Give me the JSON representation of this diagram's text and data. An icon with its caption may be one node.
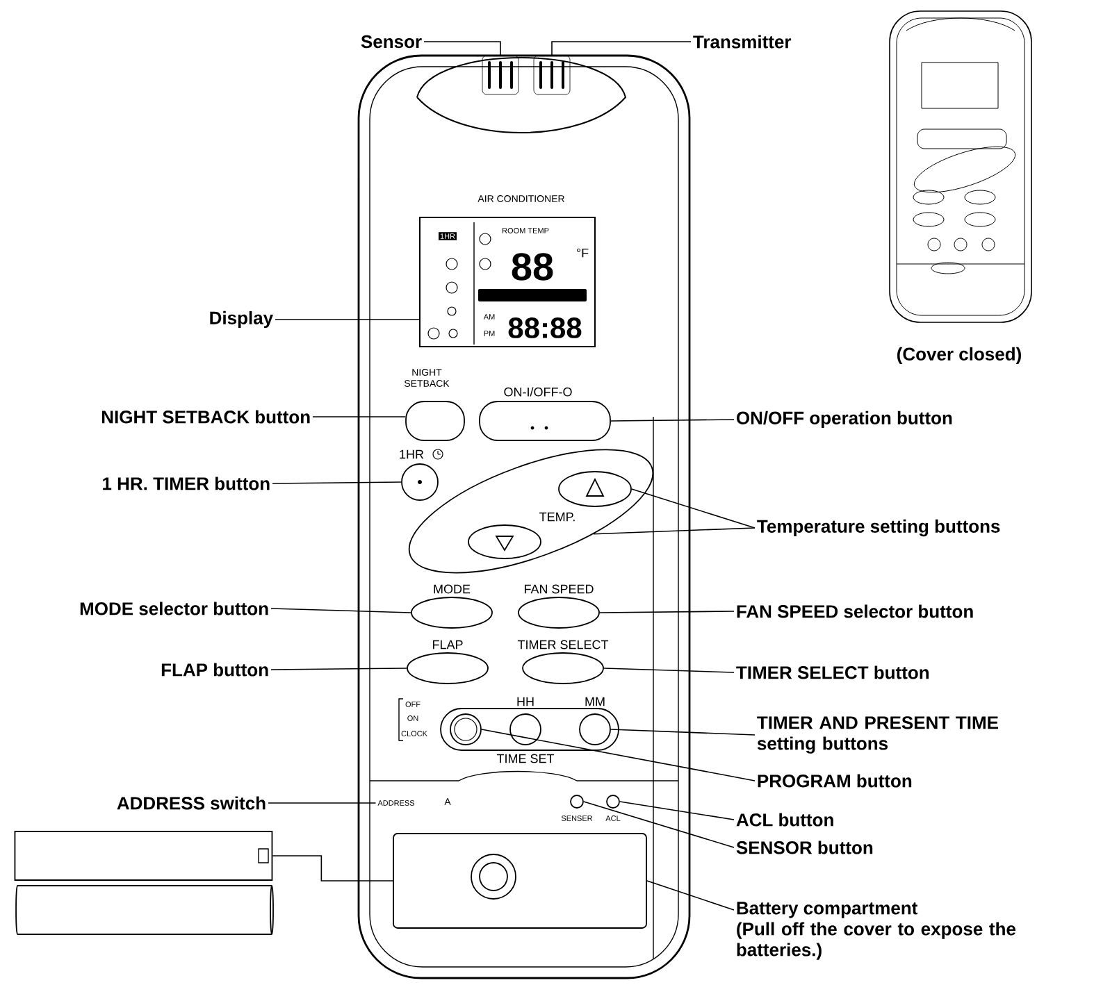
{
  "diagram": {
    "nodes": [
      {
        "text": [
          "Sensor"
        ]
      },
      {
        "text": [
          "Transmitter"
        ]
      },
      {
        "text": [],
        "shape": "box"
      },
      {
        "text": [],
        "shape": "box"
      },
      {
        "text": [
          "1HR",
          "ROOM TEMP",
          "88",
          "°F",
          "AM",
          "PM",
          "88:88"
        ]
      },
      {
        "text": [
          "Display"
        ]
      },
      {
        "text": [
          "NIGHT SETBACK"
        ]
      },
      {
        "text": [
          "ON-I/OFF-O"
        ]
      },
      {
        "text": [
          "NIGHT SETBACK button"
        ]
      },
      {
        "text": [
          "ON/OFF operation button"
        ]
      },
      {
        "text": [
          "1HR"
        ]
      },
      {
        "text": [
          "1 HR. TIMER button"
        ]
      },
      {
        "text": [
          "TEMP."
        ]
      },
      {
        "text": [],
        "shape": "ellipse",
        "in": 12
      },
      {
        "text": [],
        "shape": "ellipse",
        "in": 12
      },
      {
        "text": [
          "Temperature setting buttons"
        ]
      },
      {
        "text": [
          "MODE"
        ]
      },
      {
        "text": [
          "FAN SPEED"
        ]
      },
      {
        "text": [
          "MODE selector button"
        ]
      },
      {
        "text": [
          "FAN SPEED selector button"
        ]
      },
      {
        "text": [
          "FLAP"
        ]
      },
      {
        "text": [
          "TIMER SELECT"
        ]
      },
      {
        "text": [
          "FLAP button"
        ]
      },
      {
        "text": [
          "TIMER SELECT button"
        ]
      },
      {
        "text": [
          "TIME SET"
        ]
      },
      {
        "text": [],
        "shape": "circle",
        "in": 24
      },
      {
        "text": [
          "HH"
        ],
        "in": 24
      },
      {
        "text": [
          "MM"
        ],
        "in": 24
      },
      {
        "text": [
          "TIMER AND PRESENT TIME setting buttons"
        ]
      },
      {
        "text": [
          "PROGRAM button"
        ]
      },
      {
        "text": [
          "ADDRESS"
        ]
      },
      {
        "text": [
          "ADDRESS switch"
        ]
      },
      {
        "text": [
          "SENSER"
        ]
      },
      {
        "text": [
          "ACL"
        ]
      },
      {
        "text": [
          "ACL button"
        ]
      },
      {
        "text": [
          "SENSOR button"
        ]
      },
      {
        "text": [],
        "shape": "cylinder"
      },
      {
        "text": [],
        "shape": "box"
      },
      {
        "text": [
          "Battery compartment",
          "(Pull off the cover to expose the batteries.)"
        ]
      }
    ],
    "edges": [
      {
        "from": 0,
        "to": 2,
        "arrow": "none"
      },
      {
        "from": 1,
        "to": 3,
        "arrow": "none"
      },
      {
        "from": 5,
        "to": 4,
        "arrow": "none"
      },
      {
        "from": 8,
        "to": 6,
        "arrow": "none"
      },
      {
        "from": 9,
        "to": 7,
        "arrow": "none"
      },
      {
        "from": 11,
        "to": 10,
        "arrow": "none"
      },
      {
        "from": 15,
        "to": 13,
        "arrow": "none"
      },
      {
        "from": 15,
        "to": 12,
        "arrow": "none"
      },
      {
        "from": 18,
        "to": 16,
        "arrow": "none"
      },
      {
        "from": 19,
        "to": 17,
        "arrow": "none"
      },
      {
        "from": 22,
        "to": 20,
        "arrow": "none"
      },
      {
        "from": 23,
        "to": 21,
        "arrow": "none"
      },
      {
        "from": 28,
        "to": 27,
        "arrow": "none"
      },
      {
        "from": 29,
        "to": 25,
        "arrow": "none"
      },
      {
        "from": 31,
        "to": 30,
        "arrow": "none"
      },
      {
        "from": 34,
        "to": 33,
        "arrow": "none"
      },
      {
        "from": 35,
        "to": 32,
        "arrow": "none"
      },
      {
        "from": 36,
        "to": 37,
        "arrow": "none"
      },
      {
        "from": 38,
        "to": 37,
        "arrow": "none"
      }
    ],
    "labels": [
      "AIR CONDITIONER",
      "OFF",
      "ON",
      "CLOCK",
      "A",
      "(Cover closed)"
    ]
  }
}
